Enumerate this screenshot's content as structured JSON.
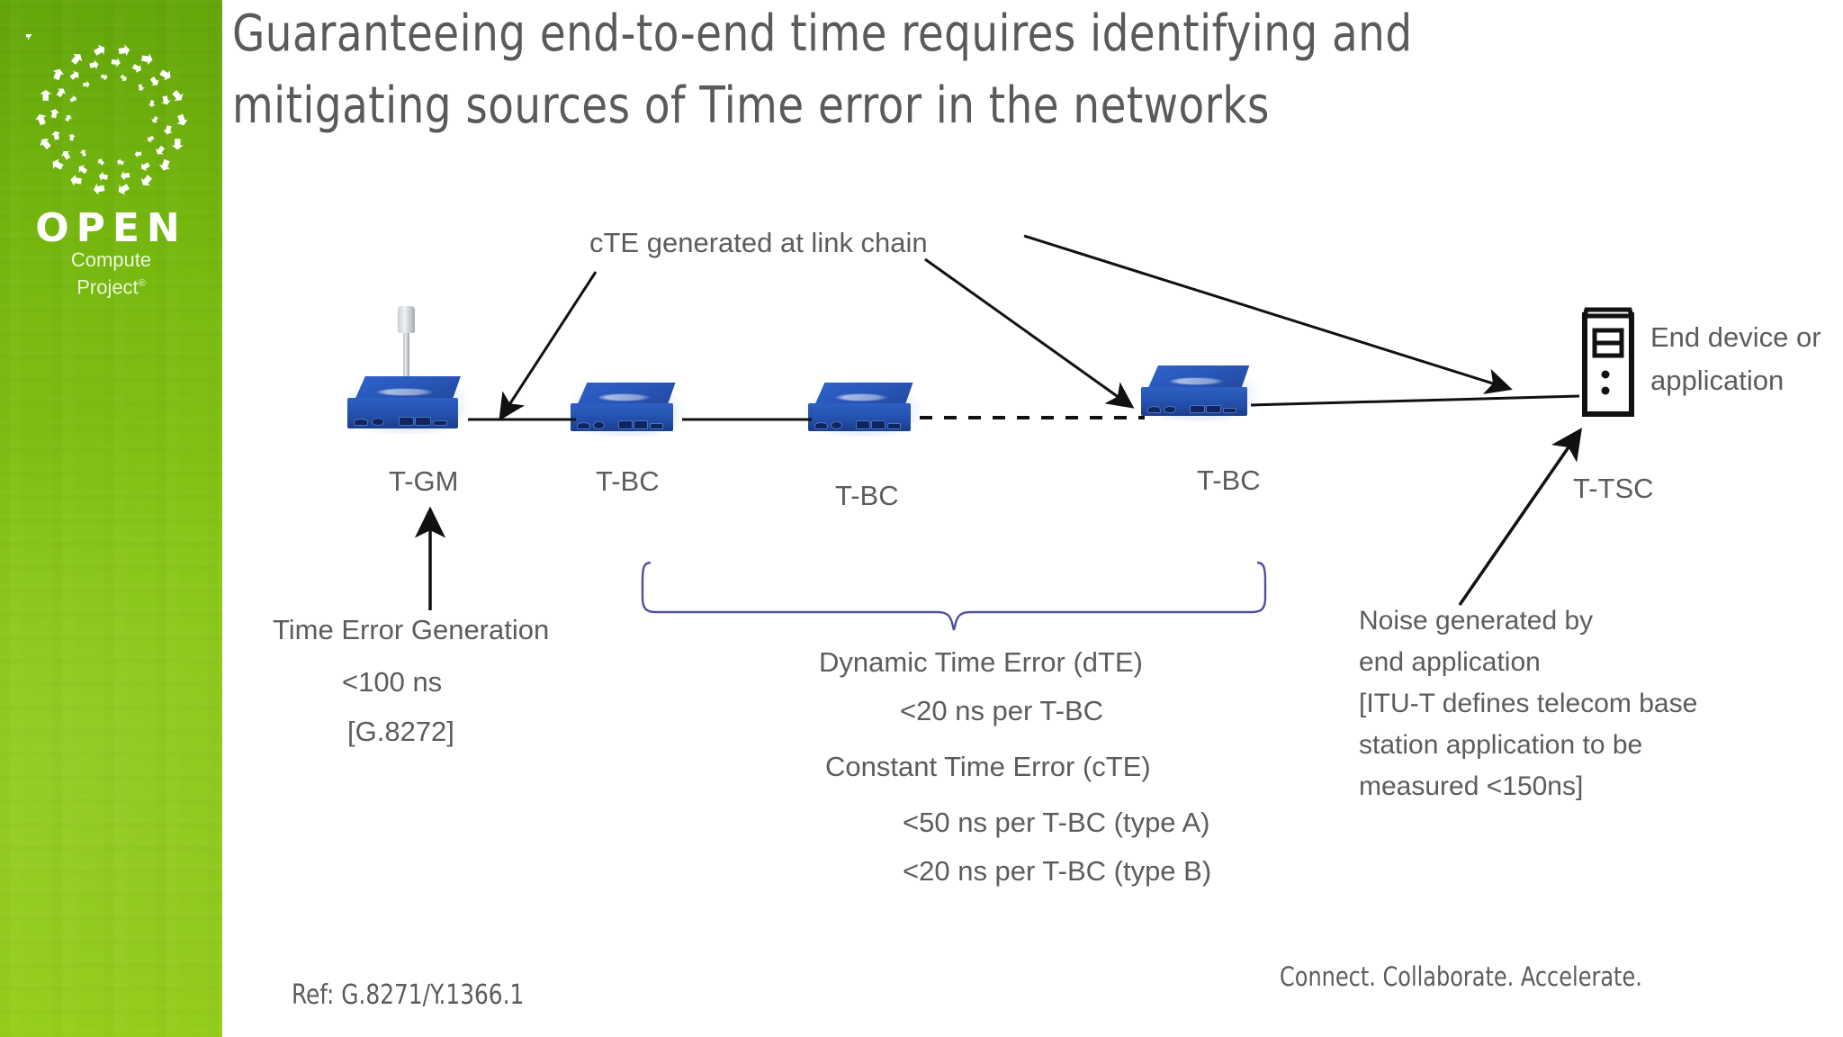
{
  "slide": {
    "title": "Guaranteeing end-to-end time requires identifying and mitigating sources of Time error in the networks",
    "background_color": "#ffffff",
    "accent_green": "#7cbd12",
    "text_color": "#5c5c5c",
    "brace_color": "#4f4f9e"
  },
  "brand": {
    "logo_word": "OPEN",
    "logo_sub1": "Compute",
    "logo_sub2": "Project",
    "logo_registered": "®",
    "logo_icon": "arrow-ring-icon"
  },
  "diagram": {
    "callout_top": "cTE generated at link chain",
    "end_device_line1": "End device or",
    "end_device_line2": "application",
    "nodes": [
      {
        "label": "T-GM",
        "type": "grandmaster-with-antenna"
      },
      {
        "label": "T-BC",
        "type": "boundary-clock"
      },
      {
        "label": "T-BC",
        "type": "boundary-clock"
      },
      {
        "label": "T-BC",
        "type": "boundary-clock"
      },
      {
        "label": "T-TSC",
        "type": "time-slave-clock"
      }
    ]
  },
  "annotations": {
    "left": {
      "heading": "Time Error Generation",
      "line1": "<100 ns",
      "line2": "[G.8272]"
    },
    "center": {
      "line1": "Dynamic Time Error (dTE)",
      "line2": "<20 ns per T-BC",
      "line3": "Constant Time Error (cTE)",
      "line4": "<50 ns per T-BC (type A)",
      "line5": "<20 ns per T-BC (type B)"
    },
    "right": {
      "line1": "Noise generated by",
      "line2": "end application",
      "line3": "[ITU-T defines telecom base",
      "line4": "station application to be",
      "line5": "measured <150ns]"
    }
  },
  "footer": {
    "reference": "Ref: G.8271/Y.1366.1",
    "tagline": "Connect. Collaborate. Accelerate."
  }
}
